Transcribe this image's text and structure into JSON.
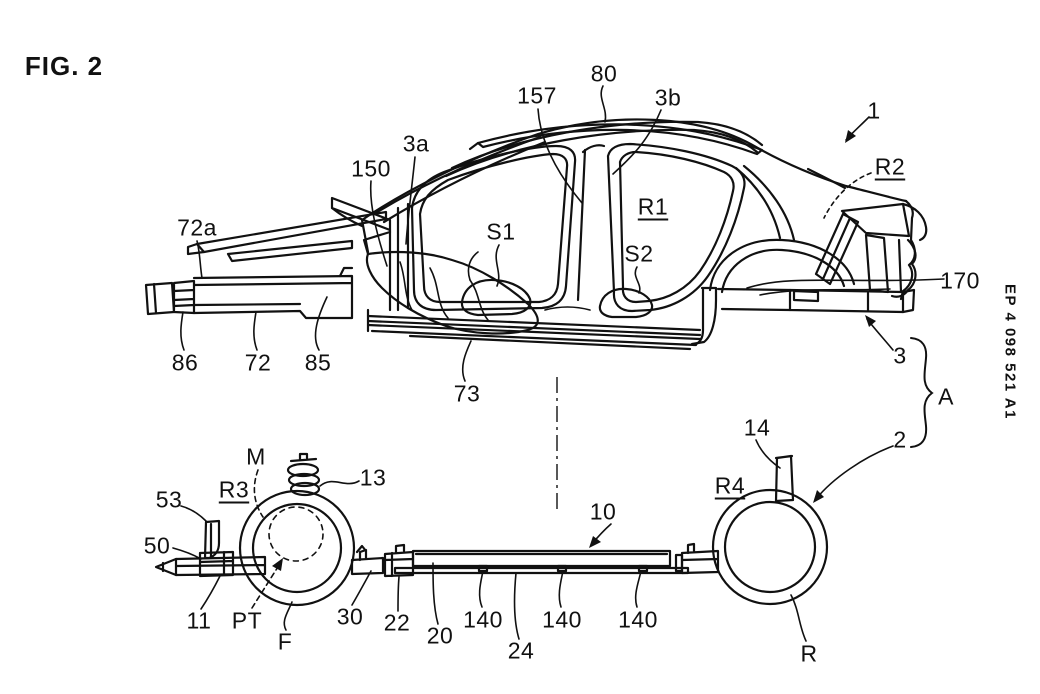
{
  "figure_title": "FIG. 2",
  "doc_number": "EP 4 098 521 A1",
  "body_view": {
    "description": "vehicle body side elevation",
    "labels": {
      "n1": "1",
      "n2": "2",
      "n3": "3",
      "n3a": "3a",
      "n3b": "3b",
      "n80": "80",
      "n157": "157",
      "n150": "150",
      "n72a": "72a",
      "n72": "72",
      "n85": "85",
      "n86": "86",
      "n73": "73",
      "n170": "170",
      "s1": "S1",
      "s2": "S2",
      "r1": "R1",
      "r2": "R2",
      "a": "A"
    }
  },
  "chassis_view": {
    "description": "platform / battery chassis side elevation",
    "labels": {
      "n10": "10",
      "n11": "11",
      "n13": "13",
      "n14": "14",
      "n20": "20",
      "n22": "22",
      "n24": "24",
      "n30": "30",
      "n50": "50",
      "n53": "53",
      "n140a": "140",
      "n140b": "140",
      "n140c": "140",
      "m": "M",
      "pt": "PT",
      "f": "F",
      "r": "R",
      "r3": "R3",
      "r4": "R4"
    }
  }
}
